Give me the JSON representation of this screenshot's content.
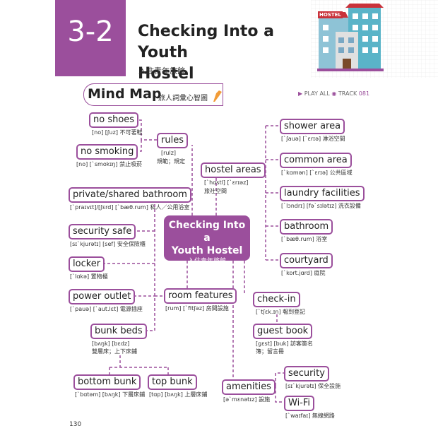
{
  "header": {
    "chapter_number": "3-2",
    "title_line1": "Checking Into a Youth",
    "title_line2": "Hostel",
    "subtitle_zh": "入住青年旅館",
    "illustration_sign": "HOSTEL"
  },
  "mindmap_header": {
    "title": "Mind Map",
    "subtitle_zh": "旅人詞彙心智圖",
    "play_all": "PLAY ALL",
    "track_label": "TRACK",
    "track_number": "081"
  },
  "center": {
    "en_line1": "Checking Into a",
    "en_line2": "Youth Hostel",
    "zh": "入住青年旅館"
  },
  "terms": {
    "no_shoes": {
      "label": "no shoes",
      "ipa": "[no] [ʃuz] 不可著鞋"
    },
    "no_smoking": {
      "label": "no smoking",
      "ipa": "[no] [ˋsmokɪŋ] 禁止吸菸"
    },
    "rules": {
      "label": "rules",
      "ipa": "[rulz]",
      "zh": "規範；規定"
    },
    "hostel_areas": {
      "label": "hostel areas",
      "ipa": "[ˋhɑstl] [ˋɛrɪəz]",
      "zh": "旅社空間"
    },
    "shower_area": {
      "label": "shower area",
      "ipa": "[ˋʃauə] [ˋɛrɪə] 淋浴空間"
    },
    "common_area": {
      "label": "common area",
      "ipa": "[ˋkɑmən] [ˋɛrɪə] 公共區域"
    },
    "laundry_facilities": {
      "label": "laundry facilities",
      "ipa": "[ˋlɔndrɪ] [fəˋsɪlətɪz] 洗衣設備"
    },
    "bathroom": {
      "label": "bathroom",
      "ipa": "[ˋbæθ.rum] 浴室"
    },
    "courtyard": {
      "label": "courtyard",
      "ipa": "[ˋkort.jɑrd] 庭院"
    },
    "private_shared_bathroom": {
      "label": "private/shared bathroom",
      "ipa": "[ˋpraɪvɪt]/[ʃɛrd] [ˋbæθ.rum] 私人／公用浴室"
    },
    "security_safe": {
      "label": "security safe",
      "ipa": "[sɪˋkjurətɪ] [sef] 安全保險櫃"
    },
    "locker": {
      "label": "locker",
      "ipa": "[ˋlɑkə] 置物櫃"
    },
    "power_outlet": {
      "label": "power outlet",
      "ipa": "[ˋpauə] [ˋaut.lɛt] 電源插座"
    },
    "room_features": {
      "label": "room features",
      "ipa": "[rum] [ˋfitʃəz] 房間設施"
    },
    "bunk_beds": {
      "label": "bunk beds",
      "ipa": "[bʌŋk] [bɛdz]",
      "zh": "雙層床；上下床鋪"
    },
    "bottom_bunk": {
      "label": "bottom bunk",
      "ipa": "[ˋbɑtəm] [bʌŋk] 下層床鋪"
    },
    "top_bunk": {
      "label": "top bunk",
      "ipa": "[tɑp] [bʌŋk] 上層床鋪"
    },
    "check_in": {
      "label": "check-in",
      "ipa": "[ˋtʃɛk.ɪn] 報到登記"
    },
    "guest_book": {
      "label": "guest book",
      "ipa": "[gɛst] [buk] 訪客簽名",
      "zh": "簿；留言冊"
    },
    "amenities": {
      "label": "amenities",
      "ipa": "[əˋmɛnətɪz] 設施"
    },
    "security": {
      "label": "security",
      "ipa": "[sɪˋkjurətɪ] 保全設施"
    },
    "wifi": {
      "label": "Wi-Fi",
      "ipa": "[ˋwaɪfaɪ] 無線網路"
    }
  },
  "page_number": "130",
  "colors": {
    "accent": "#9b4f9c",
    "line": "#9b4f9c"
  }
}
